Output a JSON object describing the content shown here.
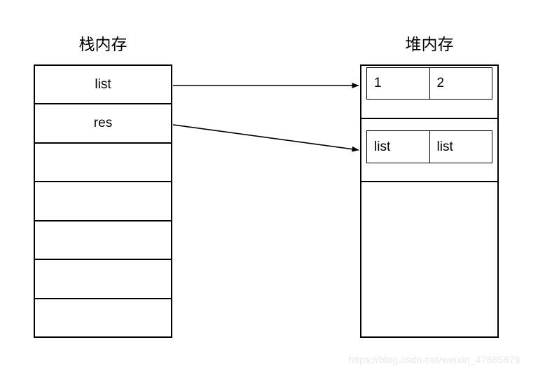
{
  "diagram": {
    "stack": {
      "title": "栈内存",
      "rows": [
        {
          "label": "list"
        },
        {
          "label": "res"
        },
        {
          "label": ""
        },
        {
          "label": ""
        },
        {
          "label": ""
        },
        {
          "label": ""
        },
        {
          "label": ""
        }
      ]
    },
    "heap": {
      "title": "堆内存",
      "sections": [
        {
          "array": {
            "cells": [
              "1",
              "2"
            ]
          }
        },
        {
          "array": {
            "cells": [
              "list",
              "list"
            ]
          }
        },
        {
          "array": null
        }
      ]
    },
    "arrows": [
      {
        "name": "list-to-array",
        "from": "stack-row-list",
        "to": "heap-section-1"
      },
      {
        "name": "res-to-array",
        "from": "stack-row-res",
        "to": "heap-section-2"
      }
    ],
    "colors": {
      "stroke": "#000000",
      "background": "#ffffff",
      "watermark": "#e8e8e8"
    }
  },
  "watermark": {
    "text": "https://blog.csdn.net/weixin_47885879"
  }
}
